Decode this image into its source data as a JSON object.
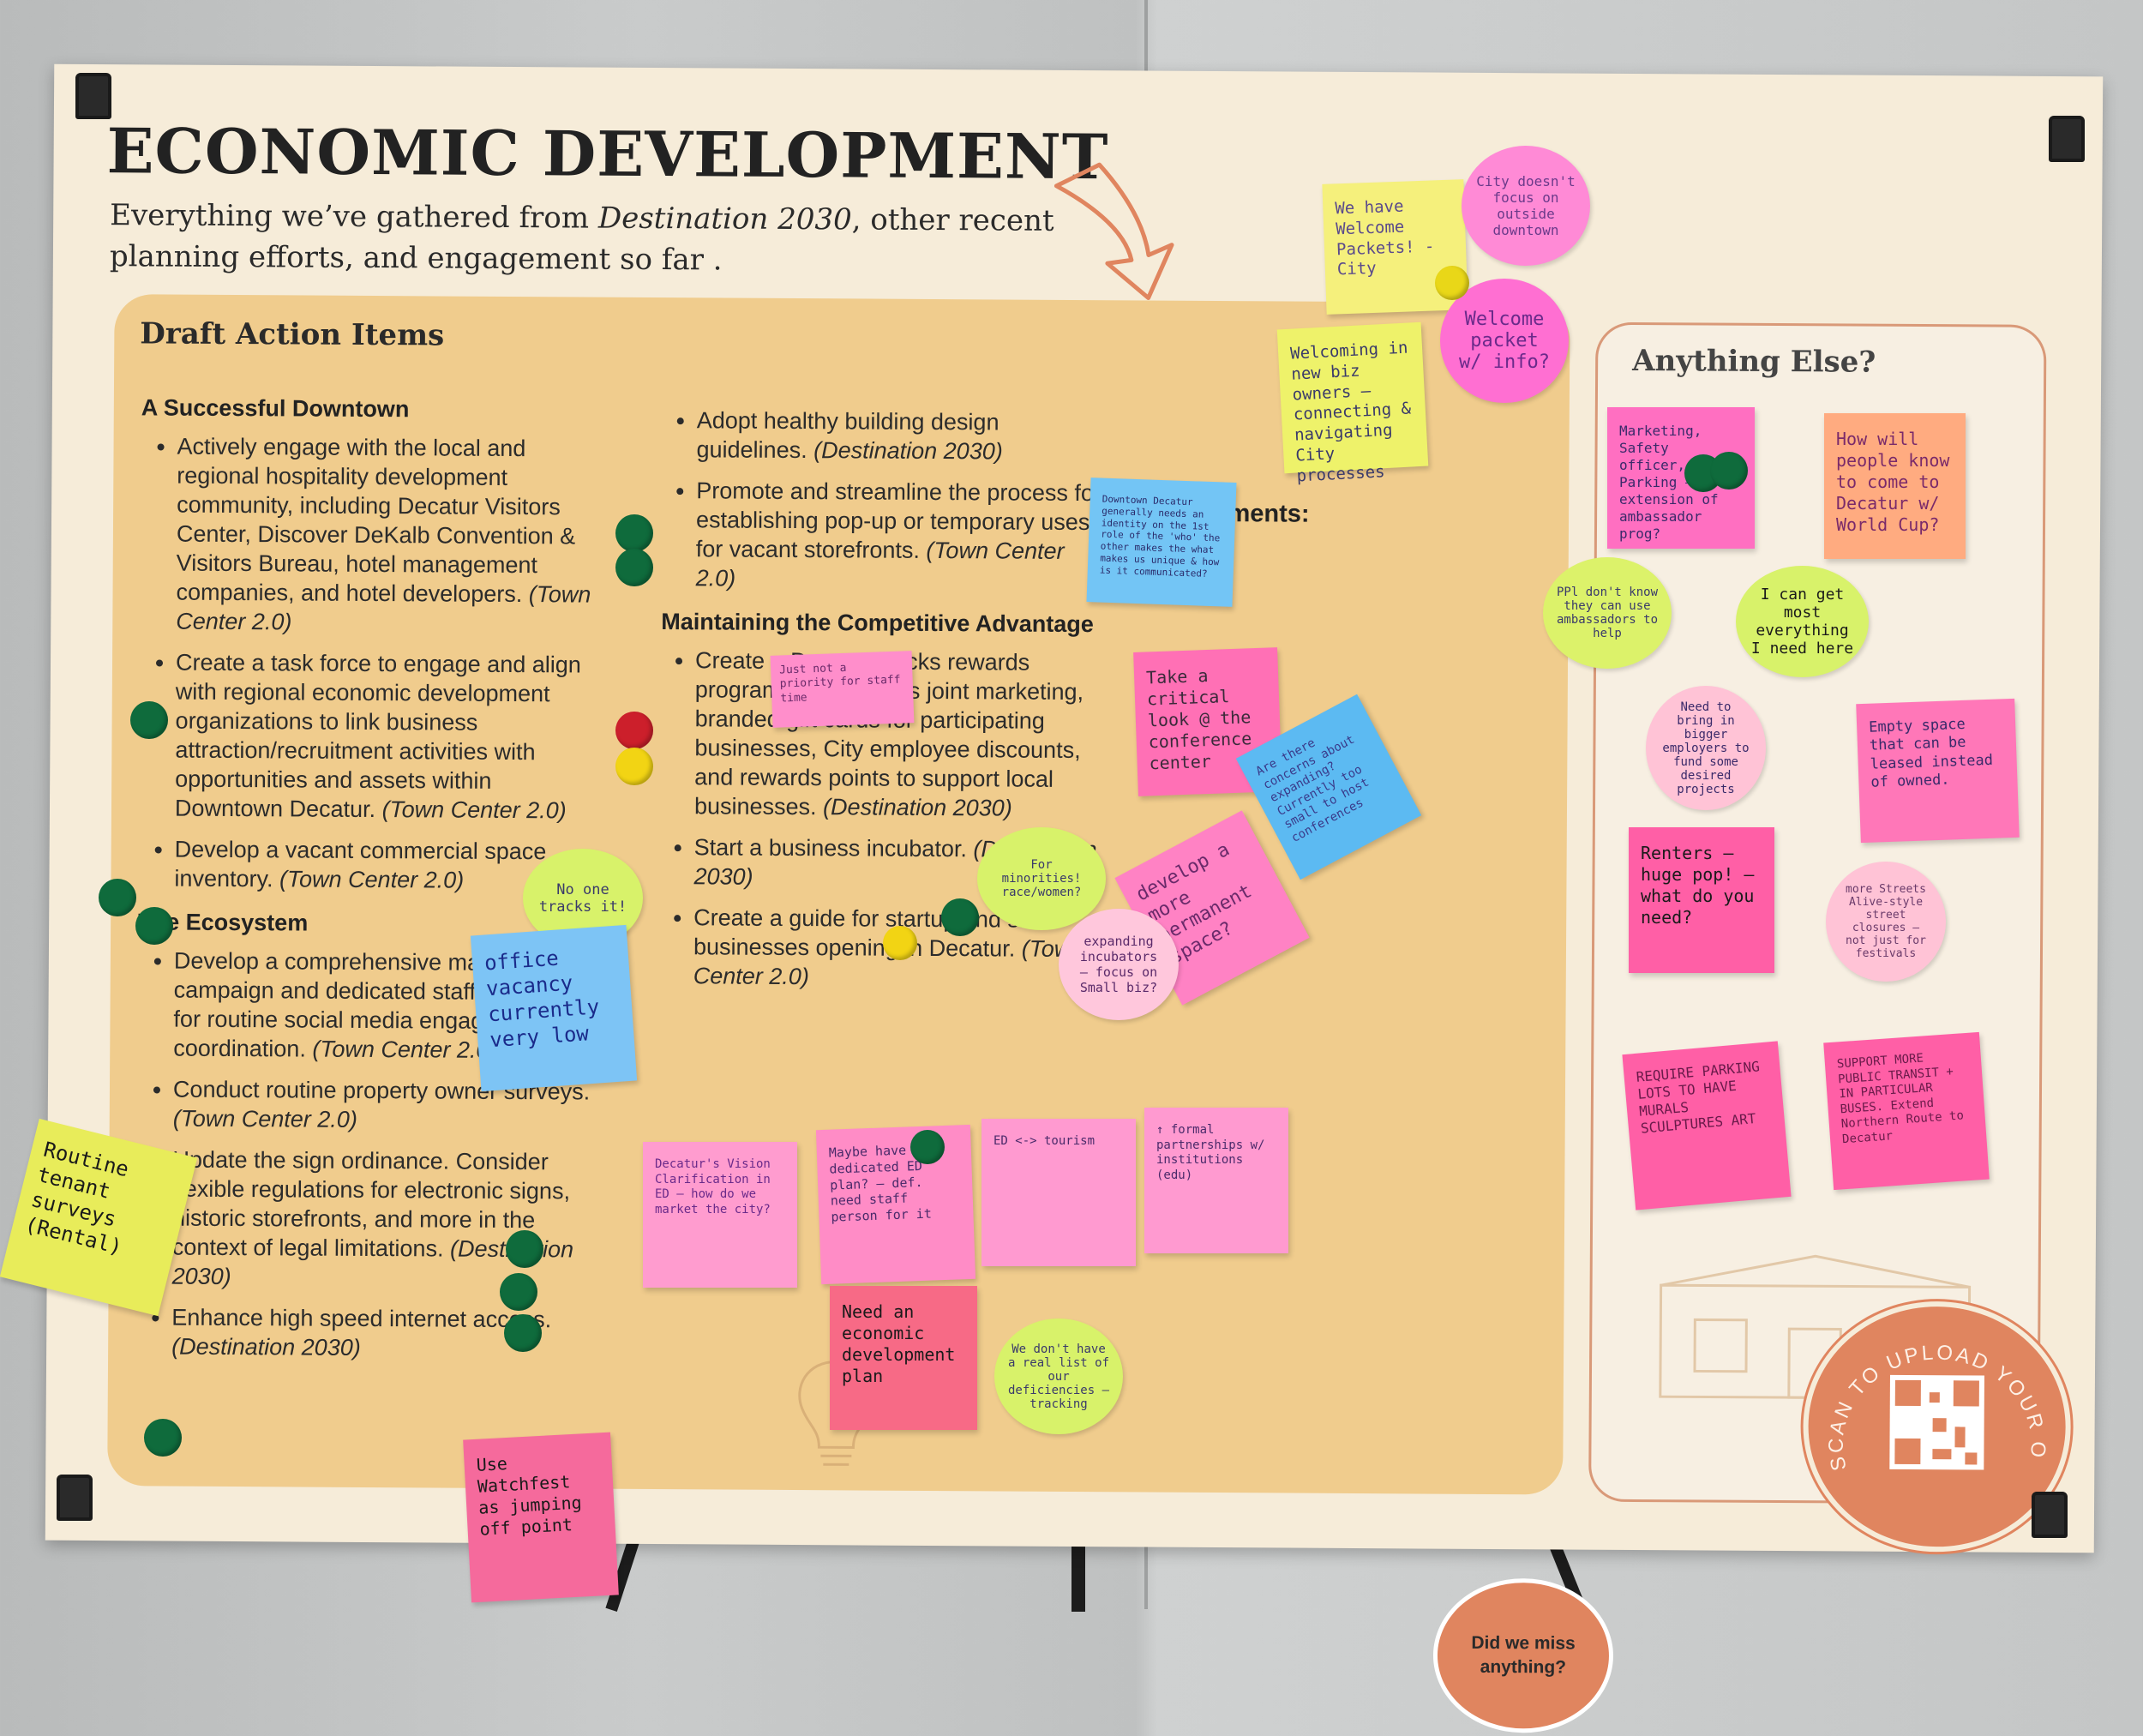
{
  "poster": {
    "title": "ECONOMIC DEVELOPMENT",
    "subtitle_part1": "Everything we’ve gathered from ",
    "subtitle_italic": "Destination 2030",
    "subtitle_part2": ", other recent planning efforts, and engagement so far .",
    "draft_title": "Draft Action Items",
    "comments_label": "Comments:",
    "anything_else_title": "Anything Else?",
    "did_we_miss": "Did we miss anything?",
    "scan_text": "SCAN TO UPLOAD YOUR OWN!"
  },
  "left_column": {
    "section1_heading": "A Successful Downtown",
    "item1": "Actively engage with the local and regional hospitality development community, including Decatur Visitors Center, Discover DeKalb Convention & Visitors Bureau, hotel management companies, and hotel developers.",
    "item1_src": "(Town Center 2.0)",
    "item2": "Create a task force to engage and align with regional economic development organizations to link business attraction/recruitment activities with opportunities and assets within Downtown Decatur.",
    "item2_src": "(Town Center 2.0)",
    "item3": "Develop a vacant commercial space inventory.",
    "item3_src": "(Town Center 2.0)",
    "section2_heading": "The Ecosystem",
    "item4": "Develop a comprehensive marketing campaign and dedicated staff resources for routine social media engagement and coordination.",
    "item4_src": "(Town Center 2.0)",
    "item5": "Conduct routine property owner surveys.",
    "item5_src": "(Town Center 2.0)",
    "item6": "Update the sign ordinance. Consider flexible regulations for electronic signs, historic storefronts, and more in the context of legal limitations.",
    "item6_src": "(Destination 2030)",
    "item7": "Enhance high speed internet access.",
    "item7_src": "(Destination 2030)"
  },
  "mid_column": {
    "item1": "Adopt healthy building design guidelines.",
    "item1_src": "(Destination 2030)",
    "item2": "Promote and streamline the process for establishing pop-up or temporary uses for vacant storefronts.",
    "item2_src": "(Town Center 2.0)",
    "section_heading": "Maintaining the Competitive Advantage",
    "item3": "Create a Decatur Bucks rewards program that provides joint marketing, branded gift cards for participating businesses, City employee discounts, and rewards points to support local businesses.",
    "item3_src": "(Destination 2030)",
    "item4": "Start a business incubator.",
    "item4_src": "(Destination 2030)",
    "item5": "Create a guide for startup and small businesses opening in Decatur.",
    "item5_src": "(Town Center 2.0)"
  },
  "notes": {
    "welcome_packets": "We have Welcome Packets! -City",
    "city_doesnt": "City doesn't focus on outside downtown",
    "welcome_packet_info": "Welcome packet w/ info?",
    "welcoming_owners": "Welcoming in new biz owners — connecting & navigating City processes",
    "downtown_decatur": "Downtown Decatur generally needs an identity on the 1st role of the 'who' the other makes the what makes us unique & how is it communicated?",
    "not_priority": "Just not a priority for staff time",
    "critical_look": "Take a critical look @ the conference center",
    "are_there_concerns": "Are there concerns about expanding? Currently too small to host conferences",
    "minorities": "For minorities! race/women?",
    "permanent_space": "develop a more permanent space?",
    "incubators": "expanding incubators — focus on Small biz?",
    "no_one_tracks": "No one tracks it!",
    "office_vacancy": "office vacancy currently very low",
    "routine_tenant": "Routine tenant surveys (Rental)",
    "vision_clarification": "Decatur's Vision Clarification in ED — how do we market the city?",
    "dedicated_ed": "Maybe have a dedicated ED plan? — def. need staff person for it",
    "ed_tourism": "ED <-> tourism",
    "formal_partnerships": "↑ formal partnerships w/ institutions (edu)",
    "need_plan": "Need an economic development plan",
    "real_list": "We don't have a real list of our deficiencies — tracking",
    "watchfest": "Use Watchfest as jumping off point",
    "marketing_safety": "Marketing, Safety officer, Parking — extension of ambassador prog?",
    "world_cup": "How will people know to come to Decatur w/ World Cup?",
    "ppl_dont_know": "PPl don't know they can use ambassadors to help",
    "get_most": "I can get most everything I need here",
    "bigger_employers": "Need to bring in bigger employers to fund some desired projects",
    "empty_space": "Empty space that can be leased instead of owned.",
    "renters": "Renters — huge pop! — what do you need?",
    "streets_alive": "more Streets Alive-style street closures — not just for festivals",
    "parking_lots": "REQUIRE PARKING LOTS TO HAVE MURALS SCULPTURES ART",
    "public_transit": "SUPPORT MORE PUBLIC TRANSIT + IN PARTICULAR BUSES. Extend Northern Route to Decatur"
  },
  "colors": {
    "panel": "#f0cc8d",
    "accent": "#e0855f",
    "dot_green": "#0f6b3c",
    "dot_red": "#cc1f2b",
    "dot_yellow": "#f2d414"
  }
}
